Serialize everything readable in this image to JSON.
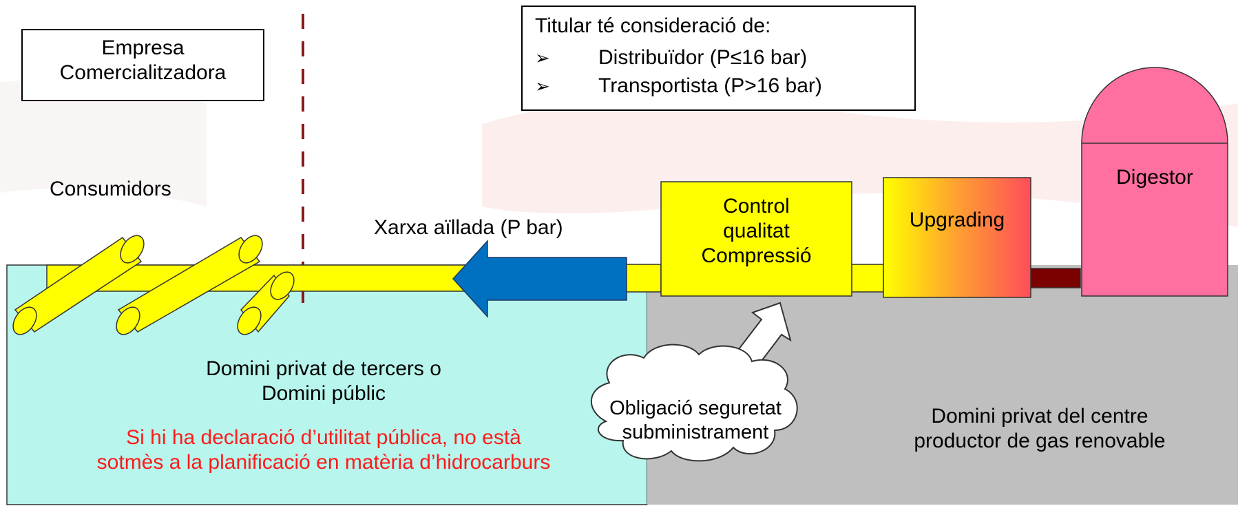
{
  "labels": {
    "empresa_line1": "Empresa",
    "empresa_line2": "Comercialitzadora",
    "consumidors": "Consumidors",
    "xarxa": "Xarxa aïllada (P bar)",
    "control_line1": "Control",
    "control_line2": "qualitat",
    "control_line3": "Compressió",
    "upgrading": "Upgrading",
    "digestor": "Digestor",
    "public_line1": "Domini privat de tercers o",
    "public_line2": "Domini públic",
    "public_note_line1": "Si hi ha declaració d’utilitat pública, no està",
    "public_note_line2": "sotmès a la planificació en matèria d’hidrocarburs",
    "cloud_line1": "Obligació seguretat",
    "cloud_line2": "subministrament",
    "private_line1": "Domini privat del centre",
    "private_line2": "productor de gas renovable"
  },
  "titular": {
    "heading": "Titular té consideració de:",
    "bullet_glyph": "➢",
    "items": [
      "Distribuïdor (P≤16 bar)",
      "Transportista (P>16 bar)"
    ]
  },
  "colors": {
    "pipe": "#ffff00",
    "public_zone": "#b8f5ec",
    "private_zone": "#bfbfbf",
    "arrow": "#0070c0",
    "digestor": "#ff6f9f",
    "dark_pipe": "#7b0000",
    "divider": "#8b1a1a",
    "note_text": "#ff1a1a"
  }
}
